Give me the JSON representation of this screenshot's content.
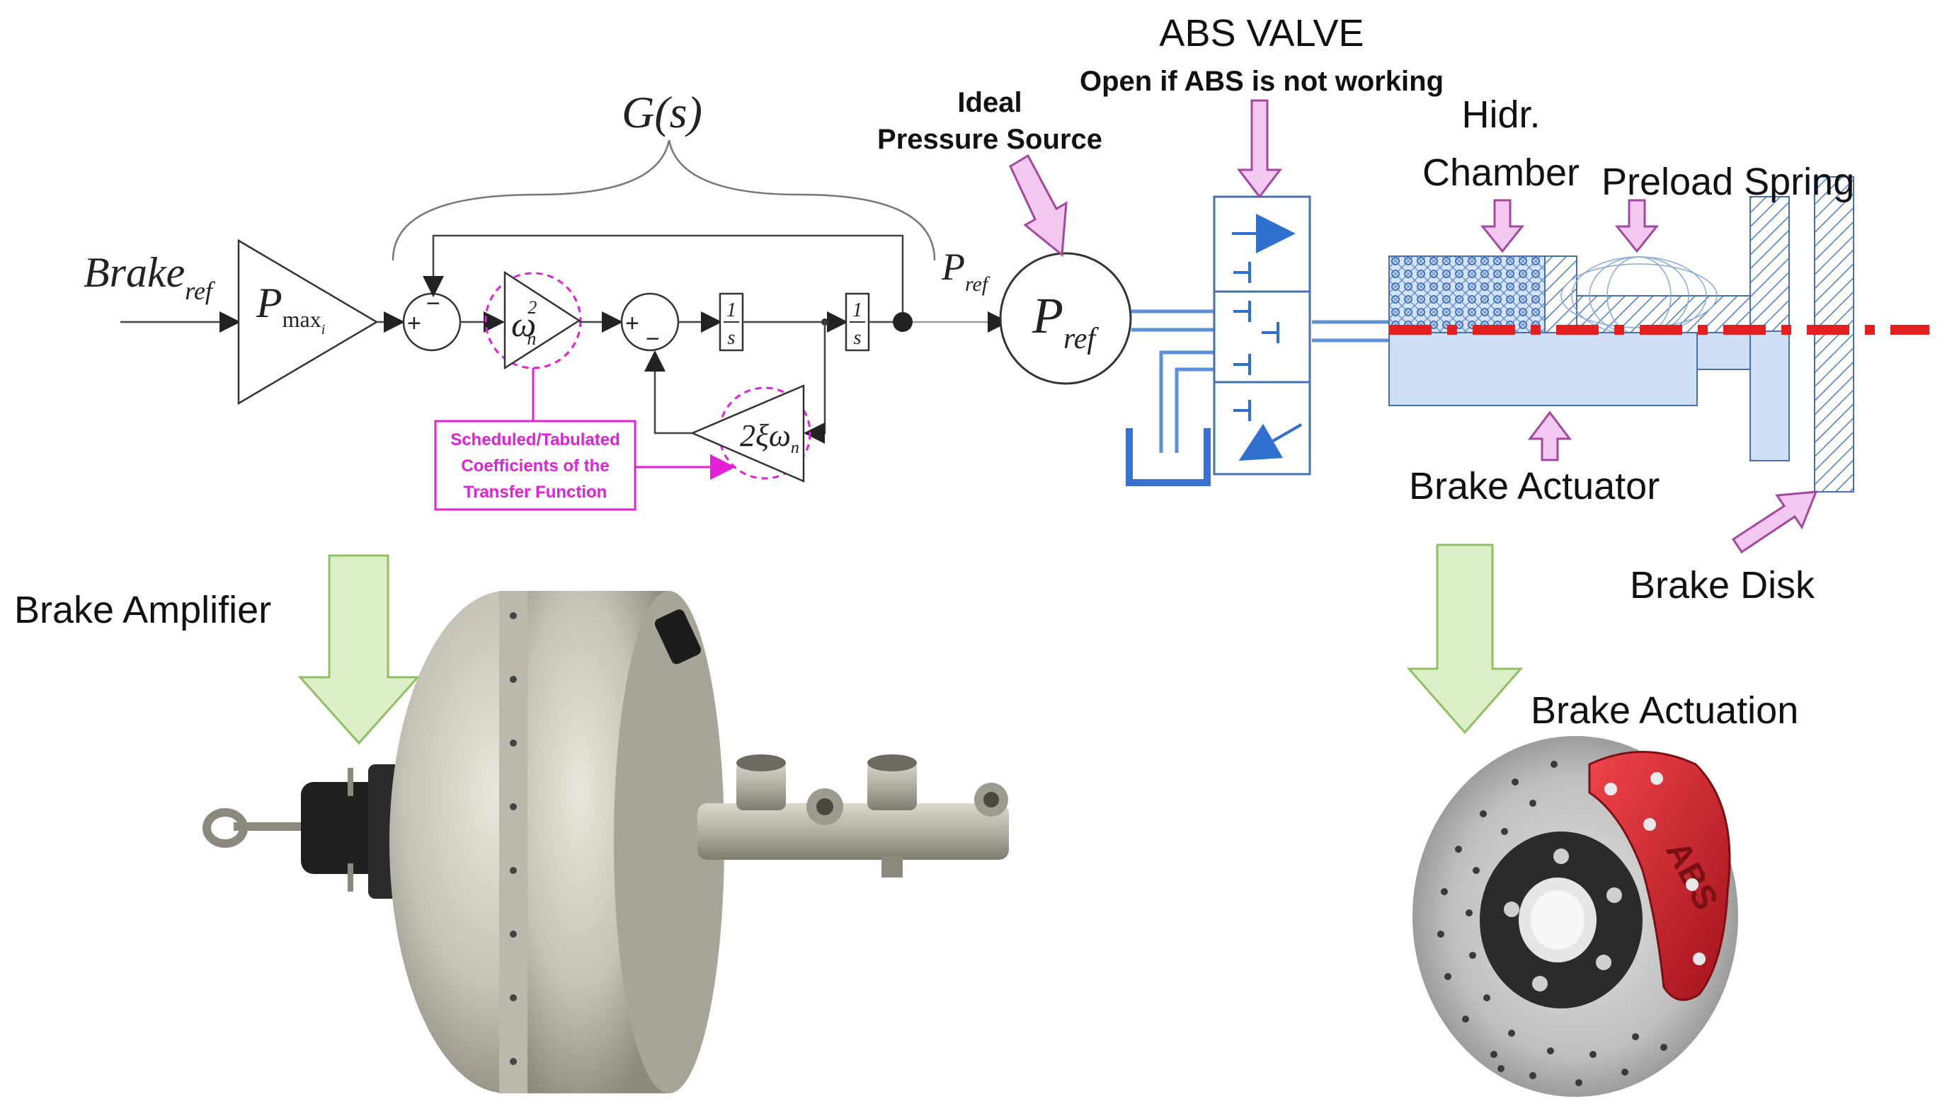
{
  "diagram": {
    "gs_label": "G(s)",
    "brake_ref_main": "Brake",
    "brake_ref_sub": "ref",
    "pmax_main": "P",
    "pmax_sub": "max",
    "pmax_subsub": "i",
    "omega_main": "ω",
    "omega_sup": "2",
    "omega_sub": "n",
    "damping_label": "2ξω",
    "damping_sub": "n",
    "integrator_num": "1",
    "integrator_den": "s",
    "pref_small_main": "P",
    "pref_small_sub": "ref",
    "pref_big_main": "P",
    "pref_big_sub": "ref",
    "scheduled_lines": [
      "Scheduled/Tabulated",
      "Coefficients of the",
      "Transfer Function"
    ]
  },
  "labels": {
    "ideal_source_line1": "Ideal",
    "ideal_source_line2": "Pressure Source",
    "abs_valve_title": "ABS VALVE",
    "abs_valve_sub": "Open if ABS is not working",
    "hidr_line1": "Hidr.",
    "hidr_line2": "Chamber",
    "preload_spring": "Preload Spring",
    "brake_actuator": "Brake Actuator",
    "brake_disk": "Brake Disk",
    "brake_amplifier": "Brake Amplifier",
    "brake_actuation": "Brake Actuation",
    "caliper_text": "ABS"
  },
  "colors": {
    "callout_arrow_fill": "#f3c8f0",
    "callout_arrow_stroke": "#a347a0",
    "big_arrow_fill": "#dcefc8",
    "big_arrow_stroke": "#8fbf62",
    "magenta": "#e021d6",
    "axis_red": "#e41f1f",
    "hydraulic_blue": "#5b8fd8",
    "chamber_fill": "#cfe0f6",
    "caliper_red": "#d8202a"
  }
}
